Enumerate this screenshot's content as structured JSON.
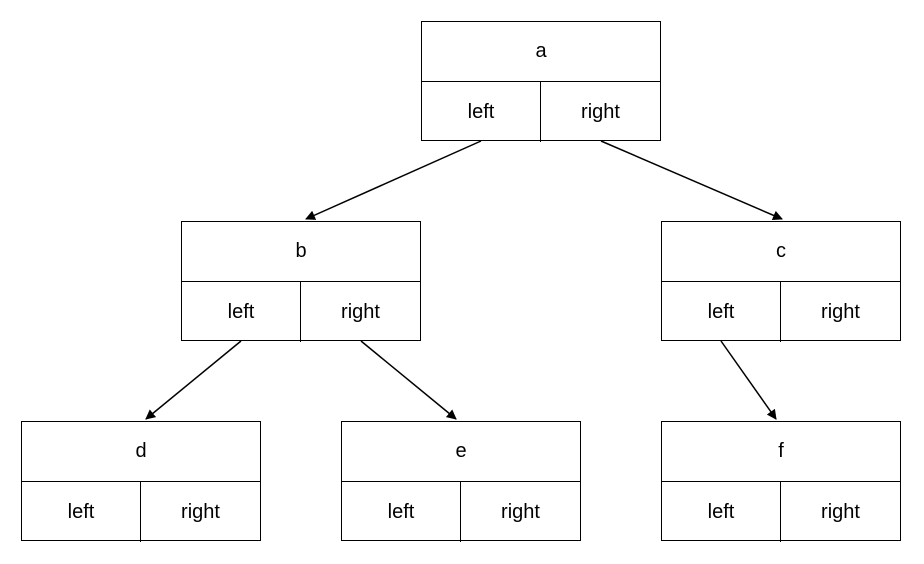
{
  "nodes": [
    {
      "id": "a",
      "value": "a",
      "left_label": "left",
      "right_label": "right"
    },
    {
      "id": "b",
      "value": "b",
      "left_label": "left",
      "right_label": "right"
    },
    {
      "id": "c",
      "value": "c",
      "left_label": "left",
      "right_label": "right"
    },
    {
      "id": "d",
      "value": "d",
      "left_label": "left",
      "right_label": "right"
    },
    {
      "id": "e",
      "value": "e",
      "left_label": "left",
      "right_label": "right"
    },
    {
      "id": "f",
      "value": "f",
      "left_label": "left",
      "right_label": "right"
    }
  ],
  "edges": [
    {
      "from": "a",
      "port": "left",
      "to": "b"
    },
    {
      "from": "a",
      "port": "right",
      "to": "c"
    },
    {
      "from": "b",
      "port": "left",
      "to": "d"
    },
    {
      "from": "b",
      "port": "right",
      "to": "e"
    },
    {
      "from": "c",
      "port": "left",
      "to": "f"
    }
  ]
}
